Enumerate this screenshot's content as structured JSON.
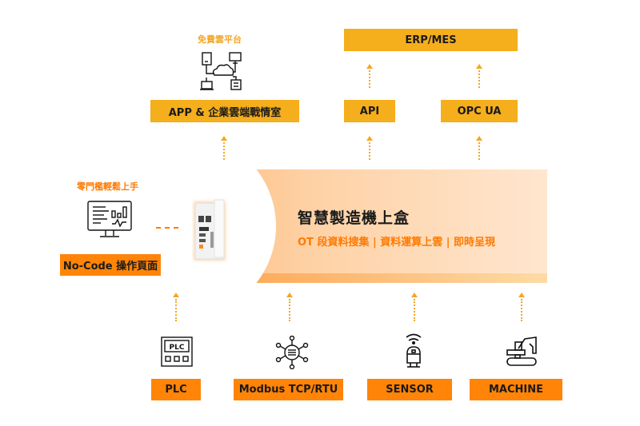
{
  "colors": {
    "yellow": "#f5ae1c",
    "orange": "#ff8407",
    "arrow": "#f5a623",
    "accent_text": "#ff7a00"
  },
  "cloud_platform": {
    "caption": "免費雲平台",
    "icon": "network-cloud-icon",
    "box_label": "APP & 企業雲端戰情室"
  },
  "erp": {
    "box_label": "ERP/MES"
  },
  "api": {
    "box_label": "API"
  },
  "opcua": {
    "box_label": "OPC UA"
  },
  "nocode": {
    "caption": "零門檻輕鬆上手",
    "icon": "monitor-dashboard-icon",
    "box_label": "No-Code 操作頁面"
  },
  "center": {
    "device_icon": "edge-gateway-device",
    "title": "智慧製造機上盒",
    "subtitle": "OT 段資料搜集 | 資料運算上雲 | 即時呈現"
  },
  "sources": [
    {
      "label": "PLC",
      "icon": "plc-icon"
    },
    {
      "label": "Modbus TCP/RTU",
      "icon": "network-hub-icon"
    },
    {
      "label": "SENSOR",
      "icon": "sensor-icon"
    },
    {
      "label": "MACHINE",
      "icon": "excavator-icon"
    }
  ]
}
